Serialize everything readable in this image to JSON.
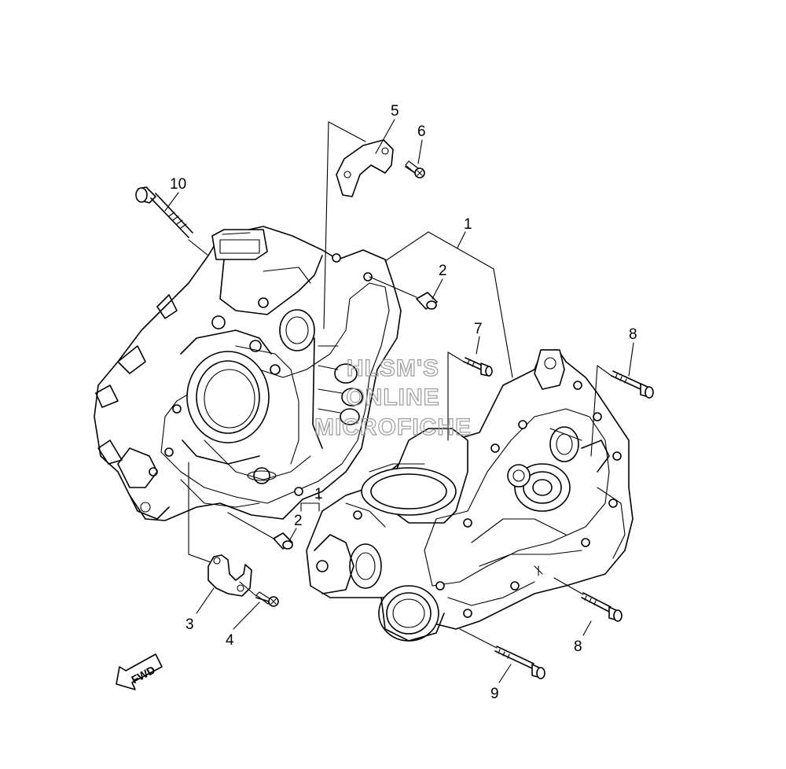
{
  "callouts": {
    "c1a": "1",
    "c1b": "1",
    "c2a": "2",
    "c2b": "2",
    "c3": "3",
    "c4": "4",
    "c5": "5",
    "c6": "6",
    "c7": "7",
    "c8a": "8",
    "c8b": "8",
    "c9": "9",
    "c10": "10"
  },
  "watermark": {
    "line1": "HLSM'S",
    "line2": "ONLINE",
    "line3": "MICROFICHE"
  },
  "fwd_label": "FWD"
}
